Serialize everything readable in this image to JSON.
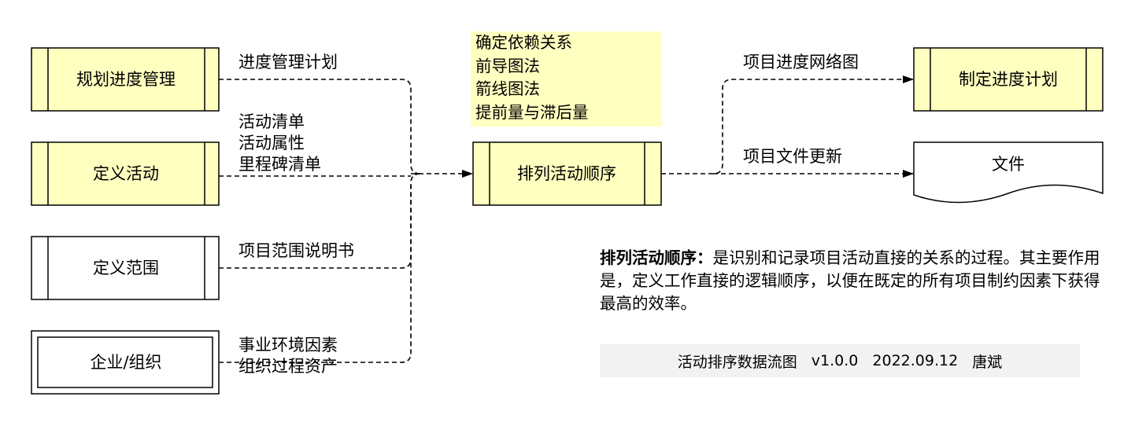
{
  "processes": {
    "plan_schedule": "规划进度管理",
    "define_activities": "定义活动",
    "define_scope": "定义范围",
    "enterprise": "企业/组织",
    "sequence_activities": "排列活动顺序",
    "develop_schedule": "制定进度计划",
    "documents": "文件"
  },
  "flows": {
    "schedule_mgmt_plan": "进度管理计划",
    "activity_list": "活动清单",
    "activity_attributes": "活动属性",
    "milestone_list": "里程碑清单",
    "scope_statement": "项目范围说明书",
    "eef": "事业环境因素",
    "opa": "组织过程资产",
    "network_diagram": "项目进度网络图",
    "doc_updates": "项目文件更新"
  },
  "tools": [
    "确定依赖关系",
    "前导图法",
    "箭线图法",
    "提前量与滞后量"
  ],
  "description": {
    "term": "排列活动顺序：",
    "body": "是识别和记录项目活动直接的关系的过程。其主要作用是，定义工作直接的逻辑顺序，以便在既定的所有项目制约因素下获得最高的效率。"
  },
  "footer": {
    "title": "活动排序数据流图",
    "version": "v1.0.0",
    "date": "2022.09.12",
    "author": "唐斌"
  },
  "colors": {
    "process_fill": "#ffffc0",
    "line": "#000000",
    "footer_bg": "#f2f2f2"
  }
}
